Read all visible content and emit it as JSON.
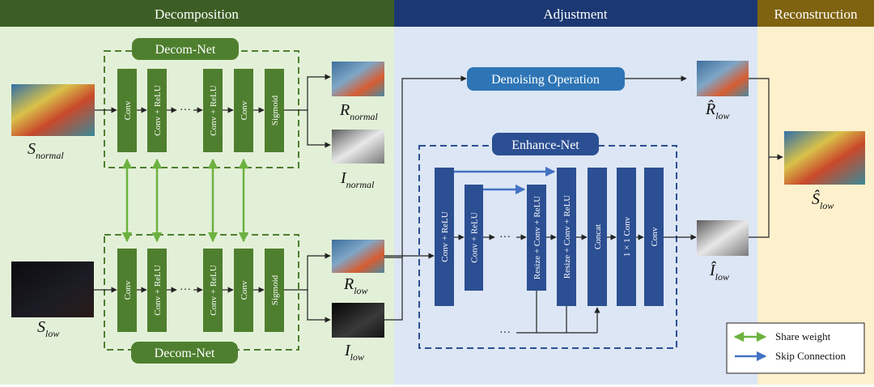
{
  "sections": {
    "decomposition": "Decomposition",
    "adjustment": "Adjustment",
    "reconstruction": "Reconstruction"
  },
  "decom_net": {
    "title": "Decom-Net",
    "blocks": [
      "Conv",
      "Conv + ReLU",
      "Conv + ReLU",
      "Conv",
      "Sigmoid"
    ]
  },
  "denoise": {
    "label": "Denoising Operation"
  },
  "enhance_net": {
    "title": "Enhance-Net",
    "blocks": [
      "Conv + ReLU",
      "Conv + ReLU",
      "Resize + Conv + ReLU",
      "Resize + Conv + ReLU",
      "Concat",
      "1 × 1 Conv",
      "Conv"
    ]
  },
  "ellipsis": "···",
  "labels": {
    "s_normal": {
      "main": "S",
      "sub": "normal"
    },
    "s_low": {
      "main": "S",
      "sub": "low"
    },
    "r_normal": {
      "main": "R",
      "sub": "normal"
    },
    "i_normal": {
      "main": "I",
      "sub": "normal"
    },
    "r_low": {
      "main": "R",
      "sub": "low"
    },
    "i_low": {
      "main": "I",
      "sub": "low"
    },
    "r_hat_low": {
      "main": "R̂",
      "sub": "low"
    },
    "i_hat_low": {
      "main": "Î",
      "sub": "low"
    },
    "s_hat_low": {
      "main": "Ŝ",
      "sub": "low"
    }
  },
  "legend": {
    "share_weight": "Share weight",
    "skip_connection": "Skip Connection"
  },
  "colors": {
    "green_header": "#3c5e25",
    "navy_header": "#1b3872",
    "gold_header": "#7f6310",
    "green_bg": "#e3f0d8",
    "blue_bg": "#dce6f4",
    "yellow_bg": "#fdf0cc",
    "green_block": "#4e7f2e",
    "blue_block": "#2c4f93",
    "share_arrow": "#6cb240",
    "skip_arrow": "#4472c4"
  }
}
